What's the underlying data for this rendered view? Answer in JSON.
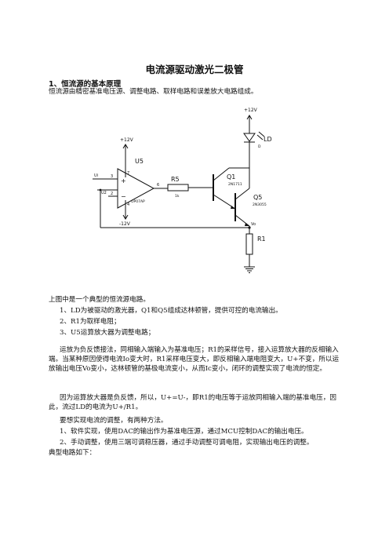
{
  "title": "电流源驱动激光二极管",
  "section1": {
    "heading": "1、恒流源的基本原理",
    "intro": "恒流源由精密基准电压源、调整电路、取样电路和误差放大电路组成。"
  },
  "schematic": {
    "labels": {
      "vplus_top": "+12V",
      "vplus_op": "+12V",
      "vminus_op": "-12V",
      "u5": "U5",
      "pin3": "3",
      "pin2": "2",
      "pin6": "6",
      "pin7": "7",
      "pin4": "4",
      "ui": "Ui",
      "u2": "U2",
      "opamp_part": "OP07AP",
      "r5": "R5",
      "r5_val": "1k",
      "q1": "Q1",
      "q1_part": "2N1711",
      "q5": "Q5",
      "q5_part": "2N3055",
      "ld": "LD",
      "ld_val": "D",
      "r1": "R1",
      "vo": "Vo",
      "plus_sign": "+",
      "minus_sign": "−"
    }
  },
  "body": {
    "caption": "上图中是一个典型的恒流源电路。",
    "items": [
      "1、LD为被驱动的激光器，Q1和Q5组成达林顿管，提供可控的电流输出。",
      "2、R1为取样电阻；",
      "3、U5运算放大器为调整电路；"
    ],
    "para1": "运放为负反馈接法，同相输入端输入为基准电压；R1的采样信号，接入运算放大器的反相输入端。当某种原因使得电流Io变大时，R1采样电压变大，即反相输入端电阻变大，U+不变，所以运放输出电压Vo变小，达林顿管的基极电流变小，从而Ic变小，闭环的调整实现了电流的恒定。",
    "para2": "因为运算放大器是负反馈，所以，U+=U-，即R1的电压等于运放同相输入端的基准电压，因此，流过LD的电流为U+/R1。",
    "para3": "要想实现电流的调整，有两种方法。",
    "items2": [
      "1、软件实现，使用DAC的输出作为基准电压源，通过MCU控制DAC的输出电压。",
      "2、手动调整，使用三端可调稳压器，通过手动调整可调电阻，实现输出电压的调整。"
    ],
    "final": "典型电路如下："
  }
}
